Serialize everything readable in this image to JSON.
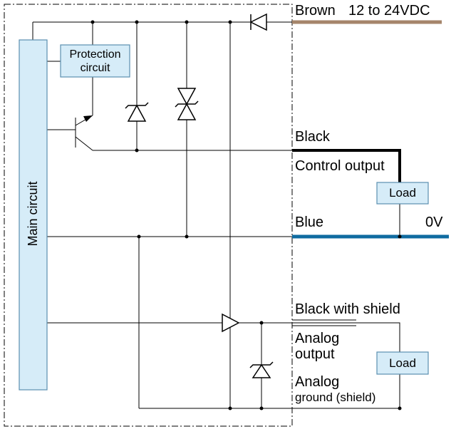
{
  "blocks": {
    "main_circuit": "Main circuit",
    "protection_line1": "Protection",
    "protection_line2": "circuit",
    "load_control": "Load",
    "load_analog": "Load"
  },
  "wires": {
    "brown": "Brown",
    "brown_supply": "12 to 24VDC",
    "black": "Black",
    "control_output": "Control output",
    "blue": "Blue",
    "zero_v": "0V",
    "black_with_shield": "Black with shield",
    "analog_output_line1": "Analog",
    "analog_output_line2": "output",
    "analog_ground_line1": "Analog",
    "analog_ground_line2": "ground (shield)"
  },
  "colors": {
    "brown_wire": "#a5856b",
    "blue_wire": "#0f6ba0",
    "box_fill": "#d6ecf8",
    "box_stroke": "#5b8fb0"
  }
}
